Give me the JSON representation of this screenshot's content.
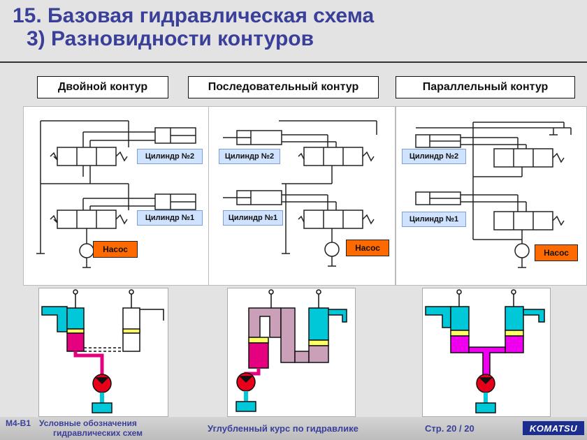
{
  "title": {
    "line1": "15. Базовая гидравлическая схема",
    "line2": "3) Разновидности контуров"
  },
  "circuit_types": [
    {
      "label": "Двойной контур"
    },
    {
      "label": "Последовательный контур"
    },
    {
      "label": "Параллельный контур"
    }
  ],
  "labels": {
    "cylinder2": "Цилиндр №2",
    "cylinder1": "Цилиндр №1",
    "pump": "Насос"
  },
  "colors": {
    "pump_red": "#e8001a",
    "pressure_magenta": "#e4007f",
    "return_cyan": "#00c8d8",
    "hold_mauve": "#c9a0b8",
    "parallel_magenta": "#ee00ee",
    "piston_yellow": "#ffff66",
    "label_blue": "#cfe2ff",
    "pump_label_orange": "#ff6a00"
  },
  "footer": {
    "code": "M4-B1",
    "desc_line1": "Условные обозначения",
    "desc_line2": "гидравлических схем",
    "course": "Углубленный курс по гидравлике",
    "page": "Стр. 20 / 20",
    "logo": "KOMATSU"
  }
}
